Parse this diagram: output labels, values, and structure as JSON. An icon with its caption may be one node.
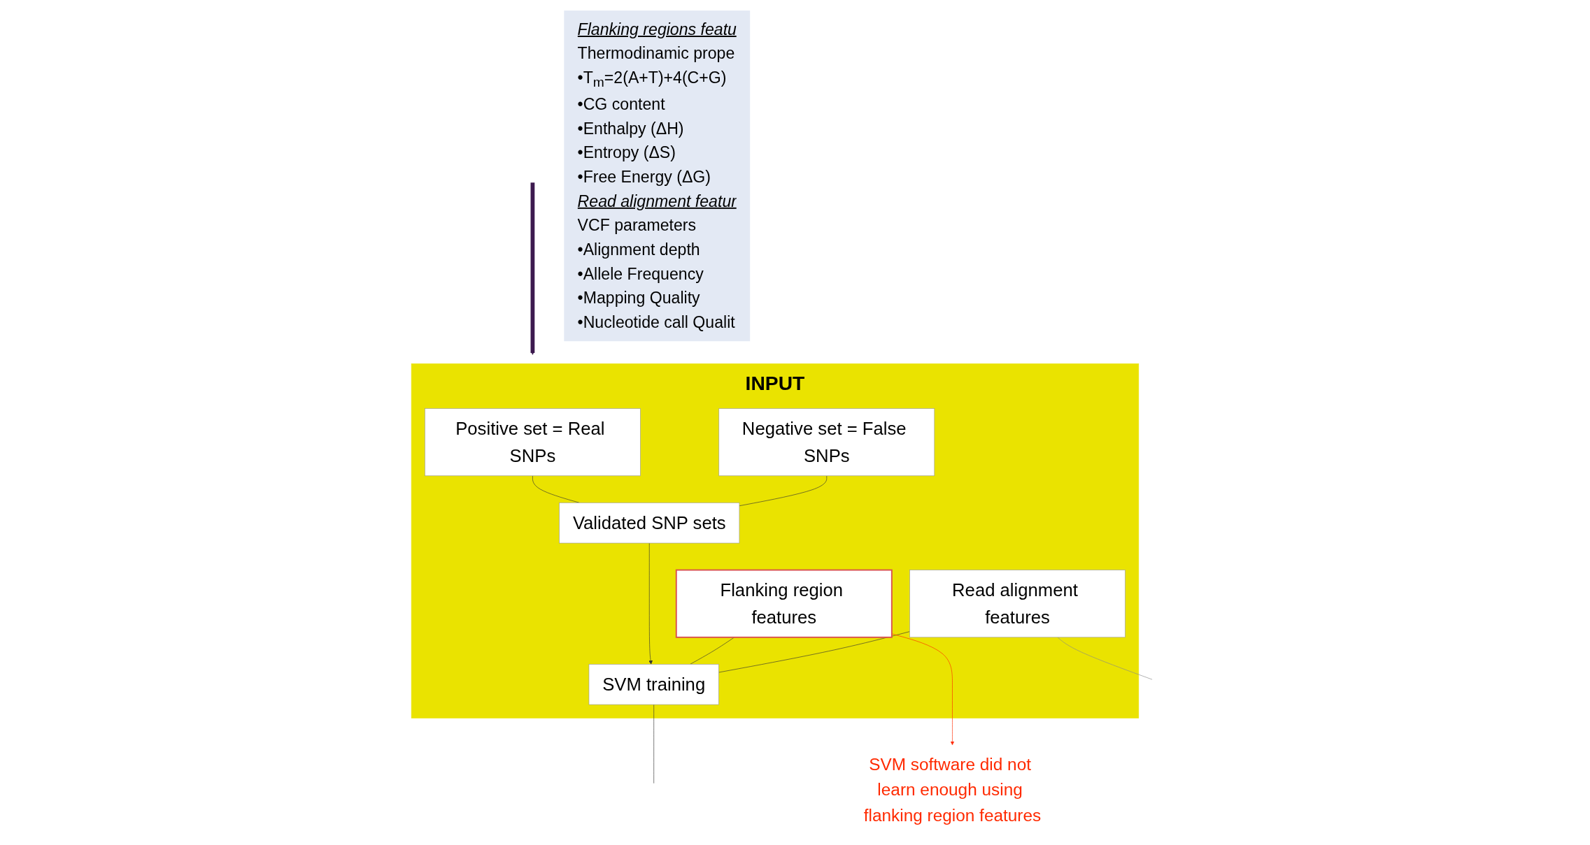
{
  "diagram": {
    "nodes": [
      {
        "text": [
          "INPUT"
        ]
      },
      {
        "text": [
          "Positive set = Real SNPs"
        ],
        "in": 0
      },
      {
        "text": [
          "Negative set = False SNPs"
        ],
        "in": 0
      },
      {
        "text": [
          "Validated SNP sets"
        ],
        "in": 0
      },
      {
        "text": [
          "Flanking region features"
        ],
        "in": 0
      },
      {
        "text": [
          "Read alignment features"
        ],
        "in": 0
      },
      {
        "text": [
          "SVM training"
        ],
        "in": 0
      },
      {
        "text": [
          "SVM software did not learn enough using flanking region features"
        ]
      },
      {
        "text": [
          "Flanking regions featu",
          "Thermodinamic prope",
          "•T$_{m}$=2(A+T)+4(C+G)",
          "•CG content",
          "•Enthalpy (ΔH)",
          "•Entropy (ΔS)",
          "•Free Energy (ΔG)",
          "Read alignment featur",
          "VCF parameters",
          "•Alignment depth",
          "•Allele Frequency",
          "•Mapping Quality",
          "•Nucleotide call Qualit"
        ]
      }
    ],
    "edges": [
      {
        "from": null,
        "to": 0,
        "arrow": "to",
        "style": "thick",
        "color": "#3d1a4f"
      },
      {
        "from": 1,
        "to": 3,
        "arrow": "none"
      },
      {
        "from": 2,
        "to": 3,
        "arrow": "none"
      },
      {
        "from": 3,
        "to": 6,
        "arrow": "to"
      },
      {
        "from": 4,
        "to": 6,
        "arrow": "none"
      },
      {
        "from": 5,
        "to": 6,
        "arrow": "none"
      },
      {
        "from": 4,
        "to": 7,
        "arrow": "to",
        "color": "#ff2a00"
      },
      {
        "from": 5,
        "to": null,
        "arrow": "none",
        "color": "#888888"
      },
      {
        "from": 6,
        "to": null,
        "arrow": "none"
      }
    ]
  }
}
